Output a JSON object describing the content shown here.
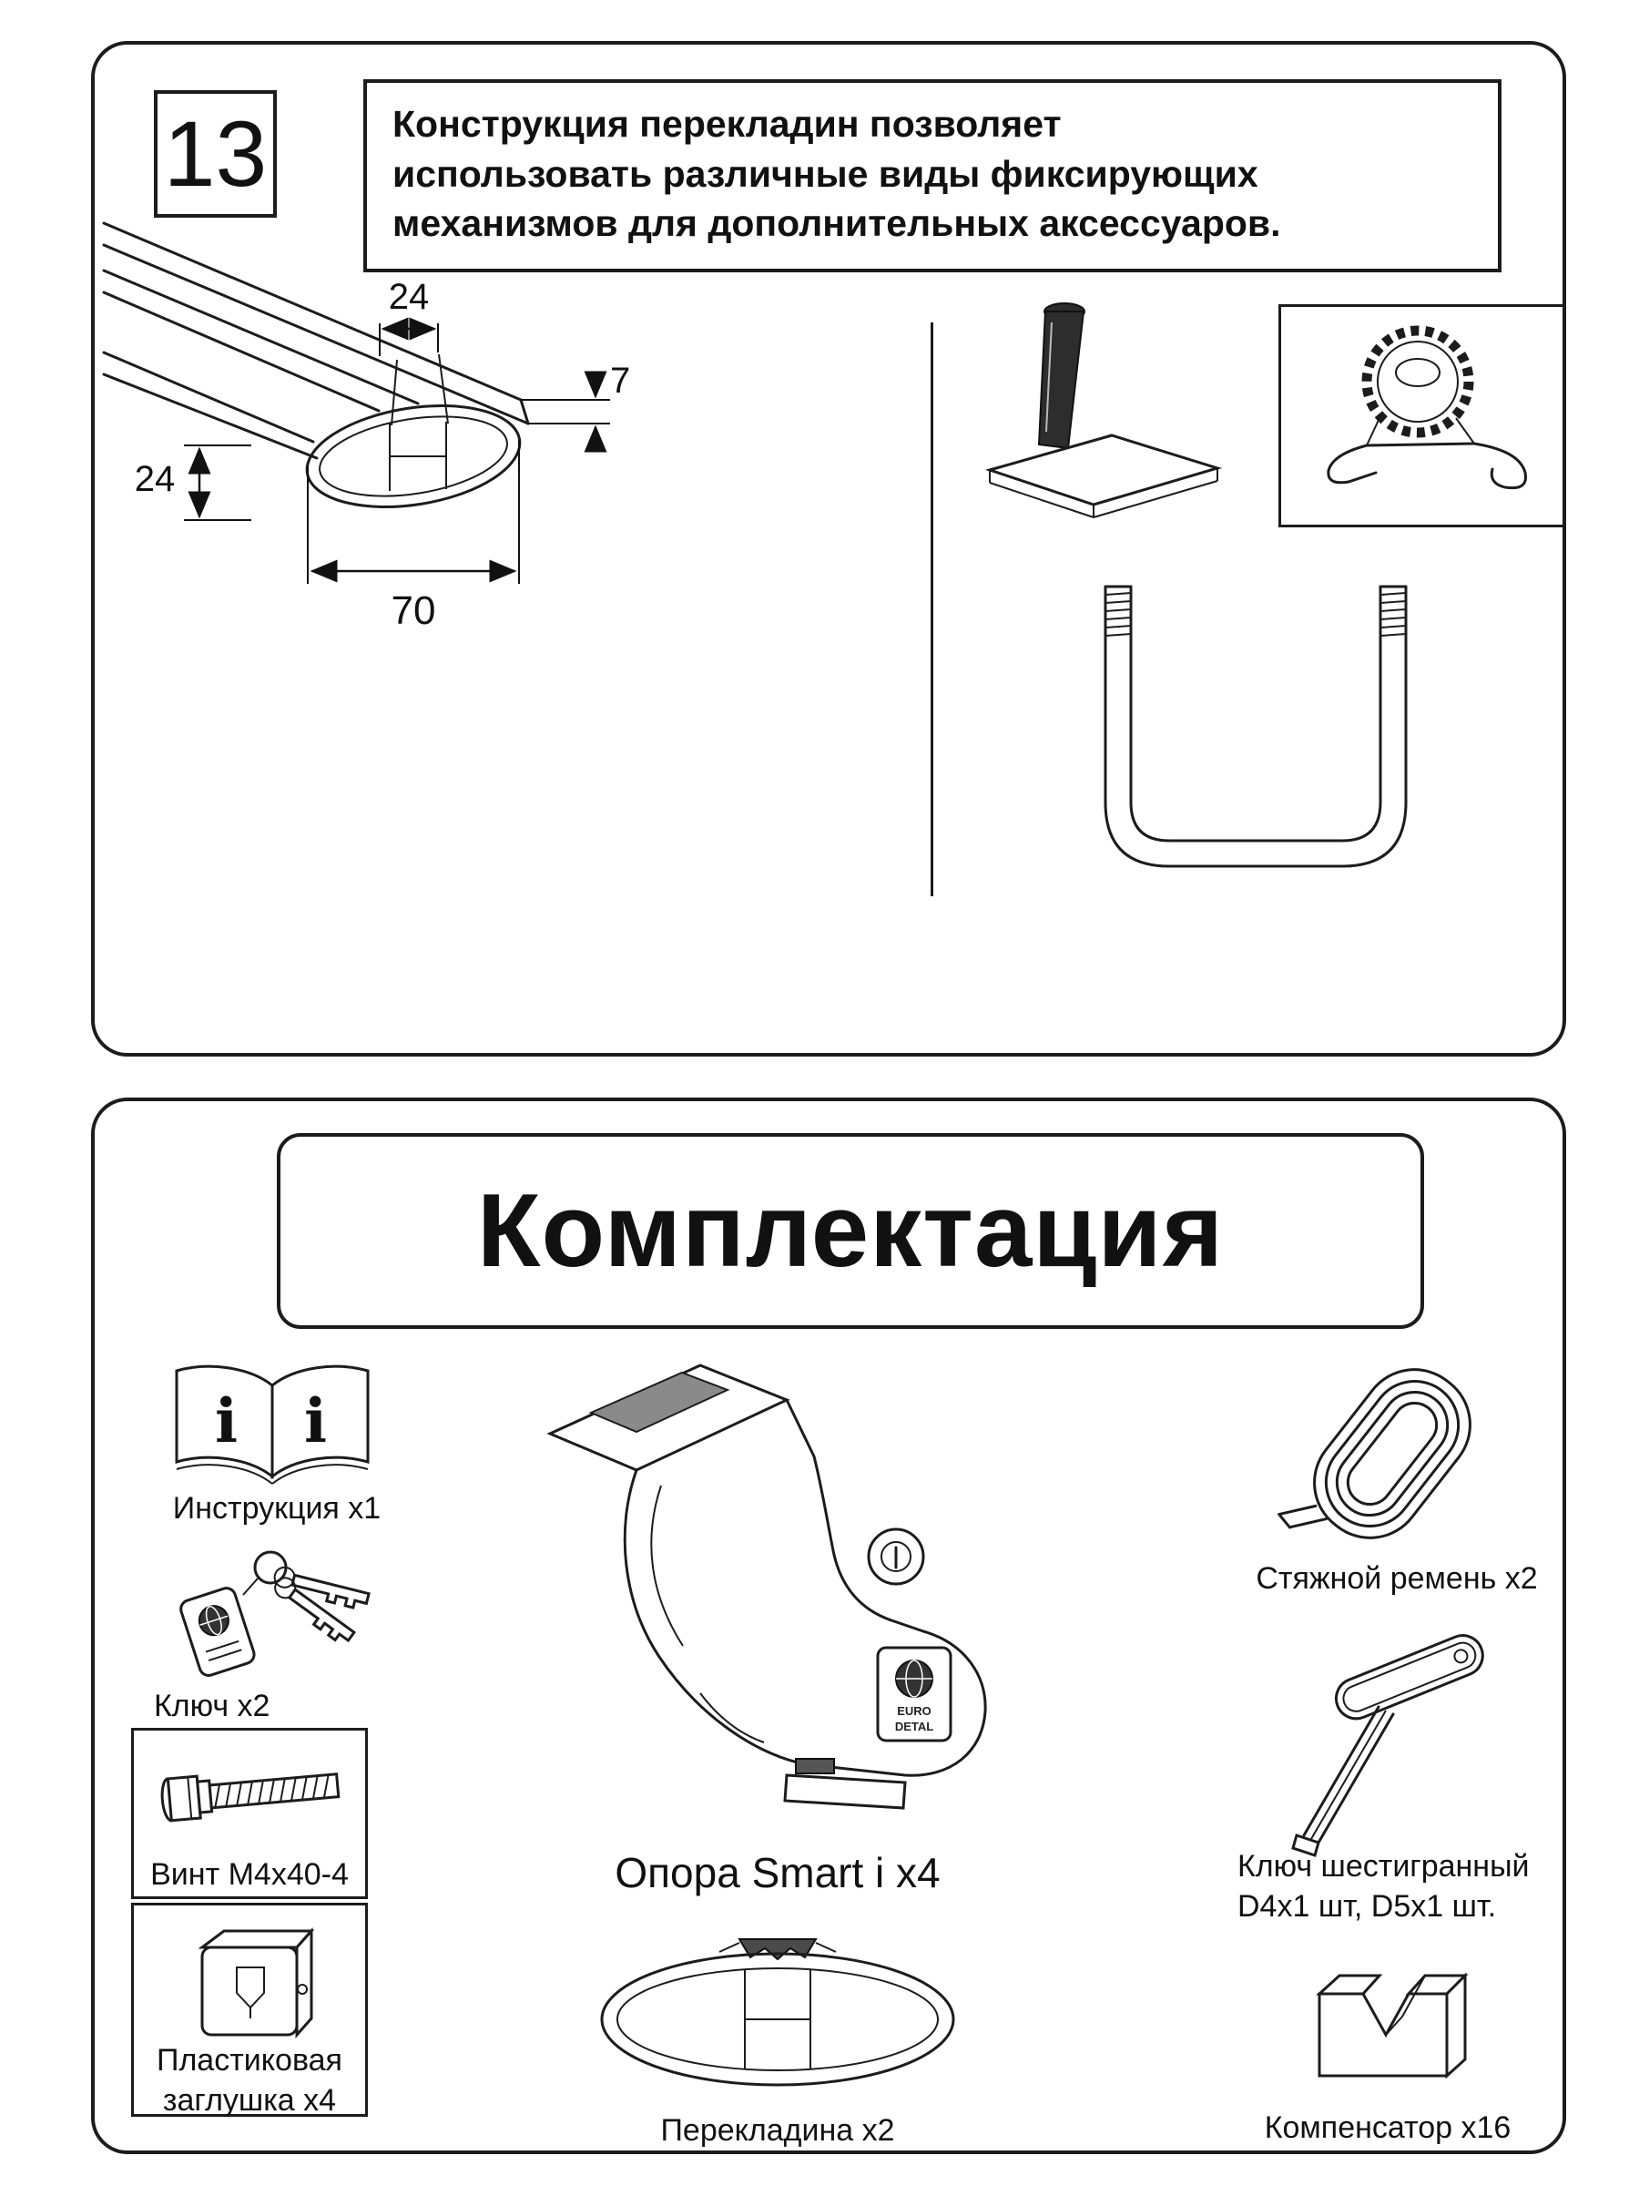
{
  "step": {
    "number": "13",
    "description_lines": [
      "Конструкция  перекладин позволяет",
      "использовать различные виды фиксирующих",
      "механизмов для дополнительных аксессуаров."
    ],
    "dims": {
      "slot_width": "24",
      "flange_thickness": "7",
      "side_height": "24",
      "bar_width": "70"
    }
  },
  "kit": {
    "title": "Комплектация",
    "manual": {
      "label": "Инструкция x1",
      "page_letter": "i"
    },
    "keys": {
      "label": "Ключ x2"
    },
    "screw": {
      "label": "Винт M4x40-4"
    },
    "plug": {
      "label": "Пластиковая заглушка x4"
    },
    "foot": {
      "label": "Опора Smart i x4",
      "badge_line1": "EURO",
      "badge_line2": "DETAL"
    },
    "crossbar": {
      "label": "Перекладина x2"
    },
    "strap": {
      "label": "Стяжной ремень x2"
    },
    "hexkey": {
      "label": "Ключ шестигранный D4x1 шт, D5x1 шт."
    },
    "compensator": {
      "label": "Компенсатор x16"
    }
  }
}
